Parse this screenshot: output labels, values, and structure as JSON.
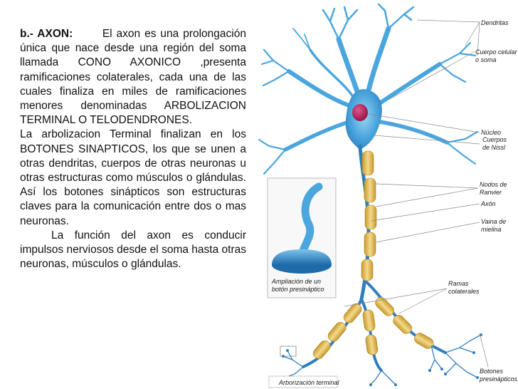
{
  "text": {
    "heading": "b.- AXON:",
    "p1": "El axon es una prolongación única que nace desde una región del soma llamada CONO AXONICO ,presenta ramificaciones colaterales, cada una de las cuales finaliza en miles de ramificaciones menores denominadas ARBOLIZACION TERMINAL O TELODENDRONES.",
    "p2": "La arbolizacion Terminal finalizan en los BOTONES SINAPTICOS, los que se unen a otras dendritas, cuerpos de otras neuronas u otras estructuras como músculos o glándulas. Así los botones sinápticos son estructuras claves para la comunicación entre dos o mas neuronas.",
    "p3": "La función del axon es conducir impulsos nerviosos desde el soma hasta otras neuronas, músculos o glándulas."
  },
  "labels": {
    "dendritas": "Dendritas",
    "cuerpo_1": "Cuerpo celular",
    "cuerpo_2": "o soma",
    "nucleo": "Núcleo",
    "nissl_1": "Cuerpos",
    "nissl_2": "de Nissl",
    "ranvier_1": "Nodos de",
    "ranvier_2": "Ranvier",
    "axon": "Axón",
    "vaina_1": "Vaina de",
    "vaina_2": "mielina",
    "ramas_1": "Ramas",
    "ramas_2": "colaterales",
    "ampliacion_1": "Ampliación de un",
    "ampliacion_2": "botón presináptico",
    "arborizacion": "Arborización terminal",
    "botones_1": "Botones",
    "botones_2": "presinápticos"
  },
  "colors": {
    "neuron": "#4aa6dd",
    "neuron_dark": "#2f7fbf",
    "myelin": "#e9c86a",
    "nucleus": "#c0245a"
  }
}
